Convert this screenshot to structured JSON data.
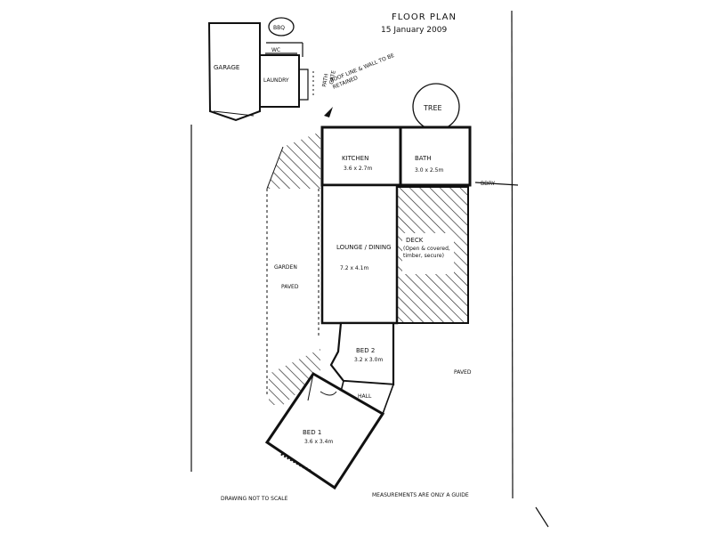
{
  "title": "FLOOR PLAN",
  "subtitle": "15 January 2009",
  "rooms": {
    "garage": "GARAGE",
    "laundry": "LAUNDRY",
    "wc": "WC",
    "kitchen": "KITCHEN",
    "kitchen_size": "3.6 x 2.7m",
    "bath": "BATH",
    "bath_size": "3.0 x 2.5m",
    "lounge": "LOUNGE / DINING",
    "lounge_size": "7.2 x 4.1m",
    "deck": "DECK",
    "deck_note": "(Open & covered, timber, secure)",
    "garden": "GARDEN",
    "garden_size": "PAVED",
    "bed2": "BED 2",
    "bed2_size": "3.2 x 3.0m",
    "hall": "HALL",
    "bed1": "BED 1",
    "bed1_size": "3.6 x 3.4m"
  },
  "labels": {
    "bbq": "BBQ",
    "gate": "GATE",
    "path": "PATH",
    "roof_note": "ROOF LINE & WALL TO BE RETAINED",
    "tree": "TREE",
    "boundary": "BDRY",
    "paving": "PAVED"
  },
  "footer": {
    "left": "DRAWING NOT TO SCALE",
    "right": "MEASUREMENTS ARE ONLY A GUIDE"
  }
}
